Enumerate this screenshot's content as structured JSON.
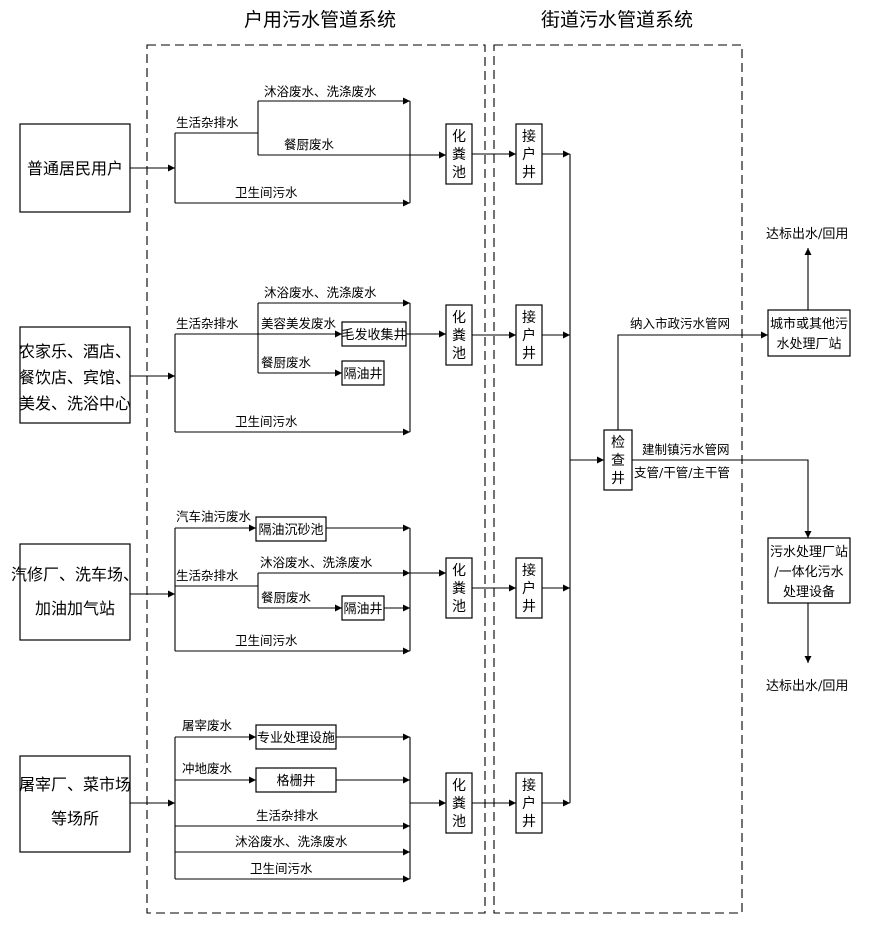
{
  "headers": {
    "household": "户用污水管道系统",
    "street": "街道污水管道系统"
  },
  "sources": [
    [
      "普通居民用户"
    ],
    [
      "农家乐、酒店、",
      "餐饮店、宾馆、",
      "美发、洗浴中心"
    ],
    [
      "汽修厂、洗车场、",
      "加油加气站"
    ],
    [
      "屠宰厂、菜市场",
      "等场所"
    ]
  ],
  "group1": {
    "domestic": "生活杂排水",
    "bath": "沐浴废水、洗涤废水",
    "kitchen": "餐厨废水",
    "toilet": "卫生间污水"
  },
  "group2": {
    "domestic": "生活杂排水",
    "bath": "沐浴废水、洗涤废水",
    "beauty": "美容美发废水",
    "hair_trap": "毛发收集井",
    "kitchen": "餐厨废水",
    "grease_trap": "隔油井",
    "toilet": "卫生间污水"
  },
  "group3": {
    "oily": "汽车油污废水",
    "oil_sand_tank": "隔油沉砂池",
    "domestic": "生活杂排水",
    "bath": "沐浴废水、洗涤废水",
    "kitchen": "餐厨废水",
    "grease_trap": "隔油井",
    "toilet": "卫生间污水"
  },
  "group4": {
    "slaughter": "屠宰废水",
    "special_facility": "专业处理设施",
    "floor": "冲地废水",
    "grille_well": "格栅井",
    "domestic": "生活杂排水",
    "bath": "沐浴废水、洗涤废水",
    "toilet": "卫生间污水"
  },
  "septic_tank": [
    "化",
    "粪",
    "池"
  ],
  "junction_well": [
    "接",
    "户",
    "井"
  ],
  "inspection_well": [
    "检",
    "查",
    "井"
  ],
  "right": {
    "municipal_network": "纳入市政污水管网",
    "town_network": "建制镇污水管网",
    "pipe_types": "支管/干管/主干管",
    "city_plant": [
      "城市或其他污",
      "水处理厂站"
    ],
    "local_plant": [
      "污水处理厂站",
      "/一体化污水",
      "处理设备"
    ],
    "effluent_top": "达标出水/回用",
    "effluent_bottom": "达标出水/回用"
  }
}
